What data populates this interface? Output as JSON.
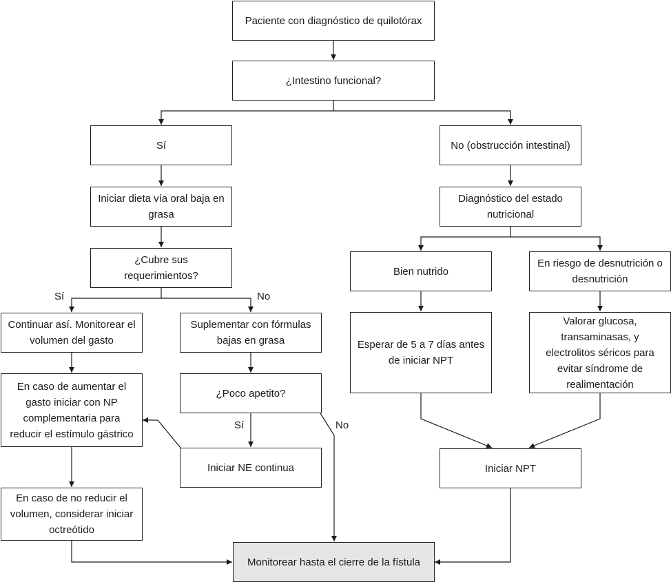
{
  "nodes": {
    "patient": "Paciente con diagnóstico de quilotórax",
    "intestine": "¿Intestino funcional?",
    "yes_branch": "Sí",
    "no_branch": "No (obstrucción intestinal)",
    "oral_diet": "Iniciar dieta vía oral baja en grasa",
    "covers_req": "¿Cubre sus requerimientos?",
    "nutritional_dx": "Diagnóstico del estado nutricional",
    "well_nourished": "Bien nutrido",
    "malnutrition_risk": "En riesgo de desnutrición o desnutrición",
    "continue_monitor": "Continuar así. Monitorear el volumen del gasto",
    "supplement": "Suplementar con fórmulas bajas en grasa",
    "wait_npt": "Esperar de 5 a 7 días antes de iniciar NPT",
    "assess_labs": "Valorar glucosa, transaminasas, y electrolitos séricos para evitar síndrome de realimentación",
    "increase_np": "En caso de aumentar el gasto iniciar con NP complementaria para reducir el estímulo gástrico",
    "poor_appetite": "¿Poco apetito?",
    "start_ne": "Iniciar NE continua",
    "start_npt": "Iniciar NPT",
    "octreotide": "En caso de no reducir el volumen, considerar iniciar octreótido",
    "monitor_closure": "Monitorear hasta el cierre de la fístula"
  },
  "edge_labels": {
    "covers_yes": "Sí",
    "covers_no": "No",
    "appetite_yes": "Sí",
    "appetite_no": "No"
  }
}
